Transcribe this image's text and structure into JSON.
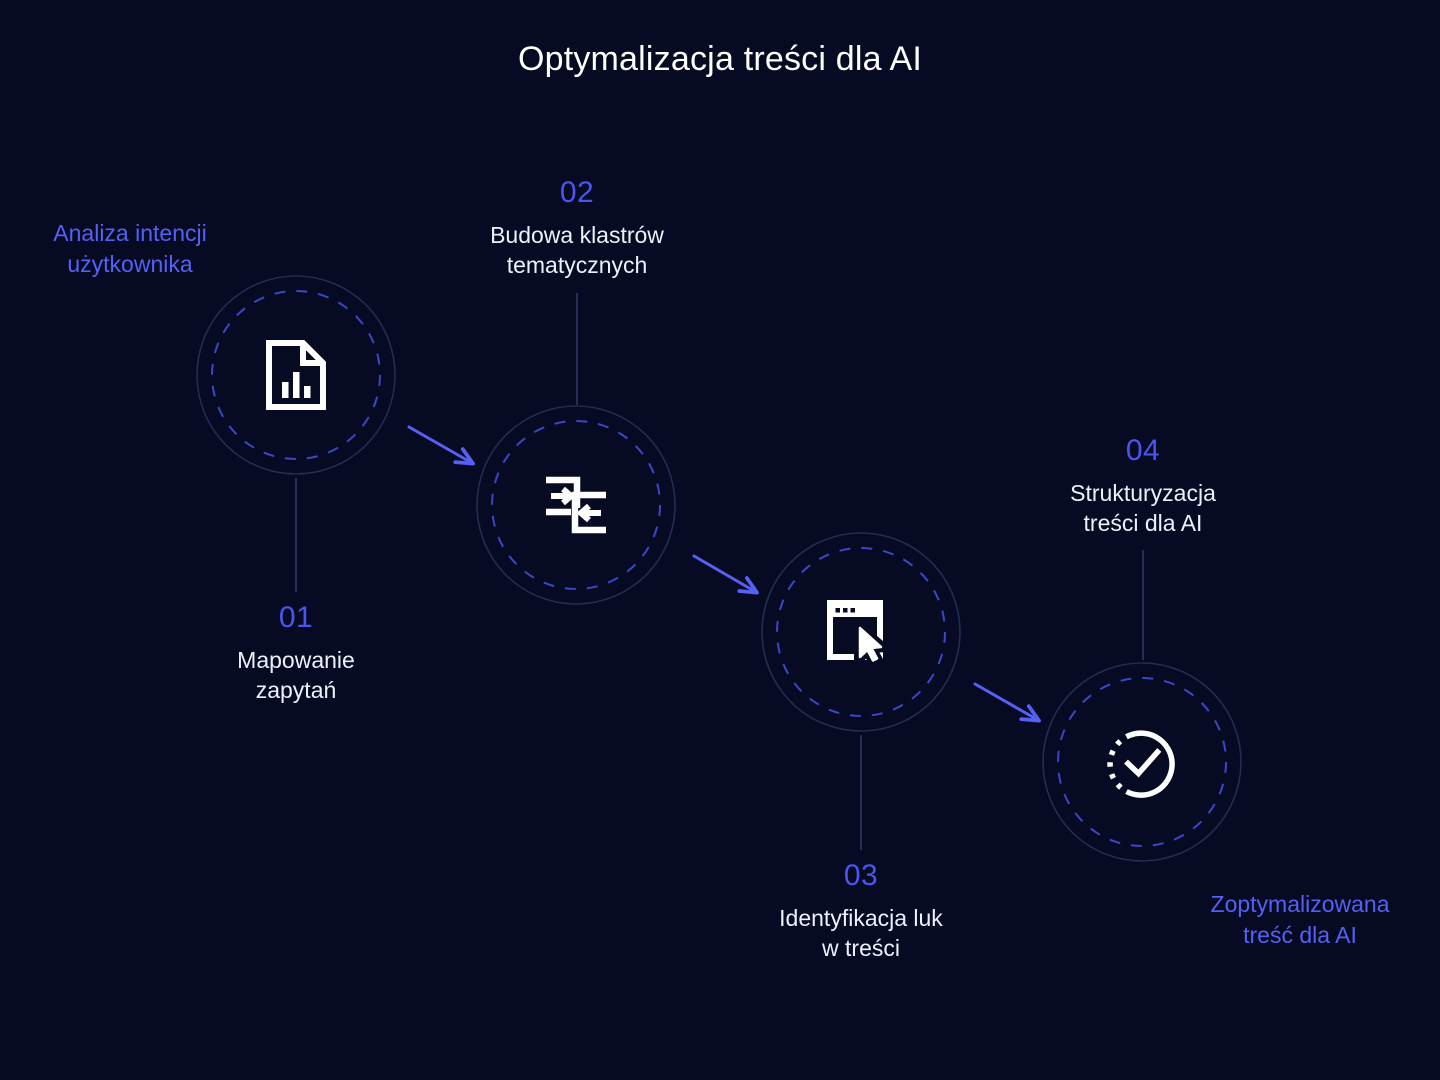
{
  "page": {
    "title": "Optymalizacja treści dla AI",
    "background_color": "#060a22",
    "accent_color": "#4a55f0",
    "text_color": "#eef1fb",
    "ring_color": "#242f54"
  },
  "endpoints": {
    "start": {
      "name": "start-label",
      "text": "Analiza intencji\nużytkownika",
      "color": "#5560f5"
    },
    "end": {
      "name": "end-label",
      "text": "Zoptymalizowana\ntreść dla AI",
      "color": "#5560f5"
    }
  },
  "steps": [
    {
      "number": "01",
      "label": "Mapowanie\nzapytań",
      "icon": "document-chart-icon",
      "icon_label": "Dokument z wykresem"
    },
    {
      "number": "02",
      "label": "Budowa klastrów\ntematycznych",
      "icon": "merge-arrows-icon",
      "icon_label": "Scalanie klastrów"
    },
    {
      "number": "03",
      "label": "Identyfikacja luk\nw treści",
      "icon": "browser-cursor-icon",
      "icon_label": "Okno przeglądarki z kursorem"
    },
    {
      "number": "04",
      "label": "Strukturyzacja\ntreści dla AI",
      "icon": "check-circle-icon",
      "icon_label": "Zatwierdzono"
    }
  ],
  "connectors": {
    "arrow_color": "#5560f5",
    "stem_color": "#2b3660",
    "arrow_count": 3,
    "stem_count": 4
  }
}
